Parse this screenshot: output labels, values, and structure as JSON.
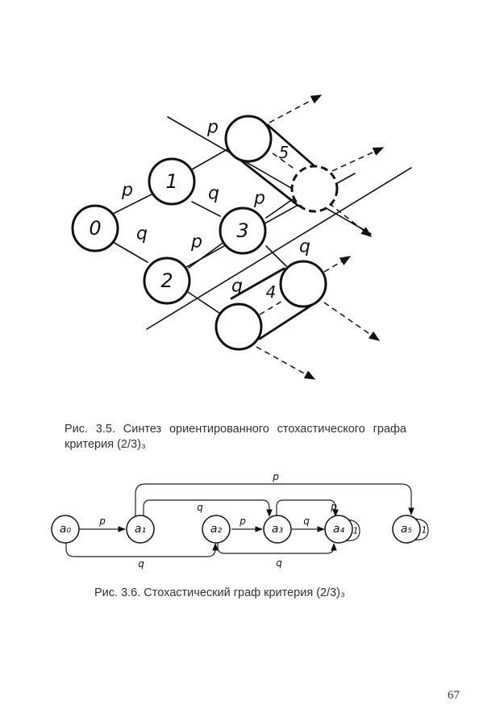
{
  "figure_1": {
    "nodes": [
      "0",
      "1",
      "2",
      "3",
      "4",
      "5"
    ],
    "edge_labels": {
      "p_0_1": "p",
      "q_0_2": "q",
      "q_1_3": "q",
      "p_1_up": "p",
      "p_2_3": "p",
      "p_3_up": "p",
      "q_2_down": "q",
      "q_3_down": "q"
    },
    "caption_line1": "Рис. 3.5. Синтез ориентированного стохастического графа",
    "caption_line2": "критерия (2/3)₃"
  },
  "figure_2": {
    "nodes": [
      "a₀",
      "a₁",
      "a₂",
      "a₃",
      "a₄",
      "a₅"
    ],
    "edge_labels": {
      "a0_a1": "p",
      "a0_a2": "q",
      "a1_a3": "q",
      "a1_a5": "p",
      "a2_a3": "p",
      "a2_a4": "q",
      "a3_a4": "q",
      "a3_a4_top": "p"
    },
    "loop_labels": {
      "a4": "1",
      "a5": "1"
    },
    "caption": "Рис. 3.6. Стохастический граф критерия (2/3)₃"
  },
  "page_number": "67"
}
